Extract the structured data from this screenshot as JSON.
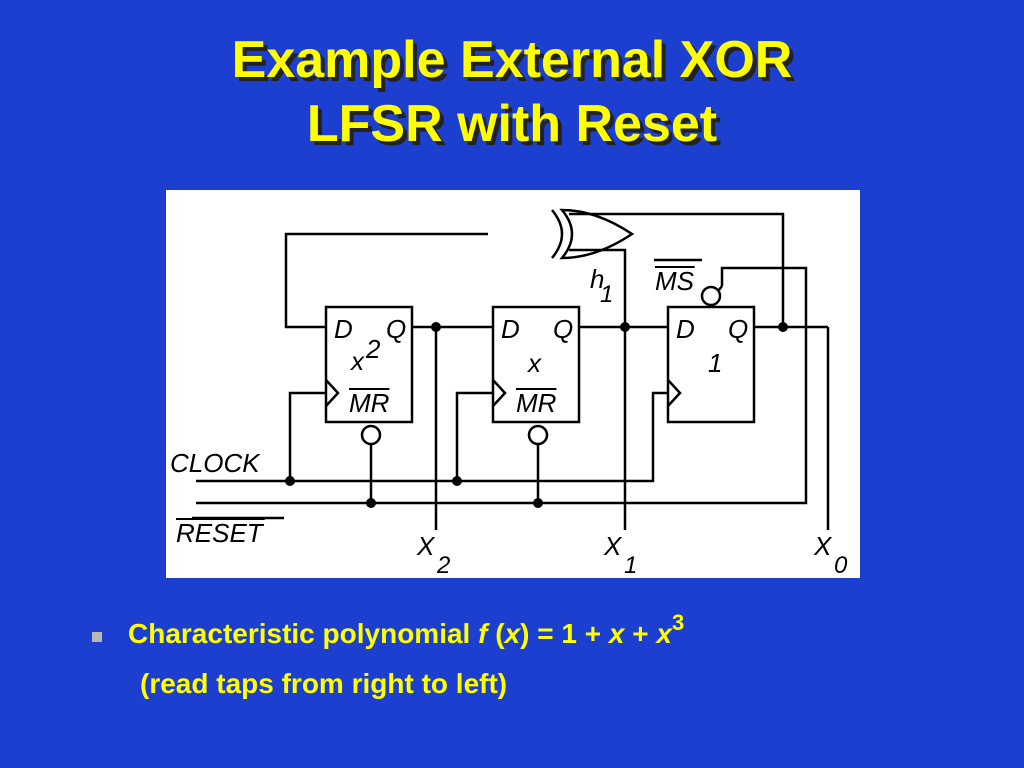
{
  "title": {
    "line1": "Example External XOR",
    "line2": "LFSR with Reset"
  },
  "diagram": {
    "signals": {
      "clock": "CLOCK",
      "reset": "RESET",
      "ms": "MS",
      "h": "h",
      "h_sub": "1"
    },
    "ff2": {
      "d": "D",
      "q": "Q",
      "name": "x",
      "name_sup": "2",
      "mr": "MR"
    },
    "ff1": {
      "d": "D",
      "q": "Q",
      "name": "x",
      "mr": "MR"
    },
    "ff0": {
      "d": "D",
      "q": "Q",
      "name": "1"
    },
    "outputs": [
      {
        "label": "X",
        "sub": "2"
      },
      {
        "label": "X",
        "sub": "1"
      },
      {
        "label": "X",
        "sub": "0"
      }
    ]
  },
  "bullet": {
    "prefix": "Characteristic polynomial",
    "f": "f",
    "open_paren": " (",
    "x": "x",
    "close_eq": ") = 1 + ",
    "x2": "x",
    "plus": " + ",
    "x3": "x",
    "exp": "3",
    "line2": "(read taps from right to left)"
  },
  "colors": {
    "background": "#1d3fd0",
    "title": "#ffff00",
    "title_shadow": "#222222",
    "bullet_text": "#ffff00",
    "bullet_marker": "#b8b8b8"
  }
}
